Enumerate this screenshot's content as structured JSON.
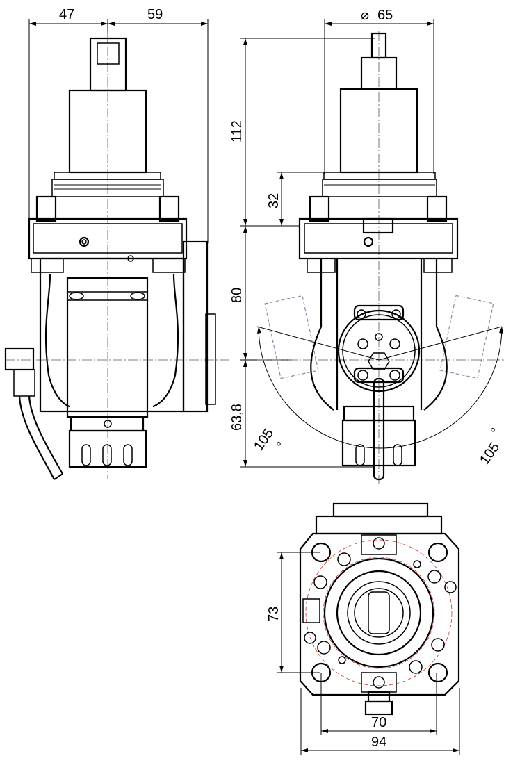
{
  "dimensions": {
    "width_left": "47",
    "width_right": "59",
    "diameter_symbol": "⌀",
    "diameter_value": "65",
    "height_top": "112",
    "height_shank": "32",
    "height_mid": "80",
    "height_lower": "63,8",
    "swivel_left": "105",
    "swivel_right": "105",
    "degree_mark": "°",
    "bolt_pitch": "73",
    "flange_inner": "70",
    "flange_outer": "94"
  }
}
